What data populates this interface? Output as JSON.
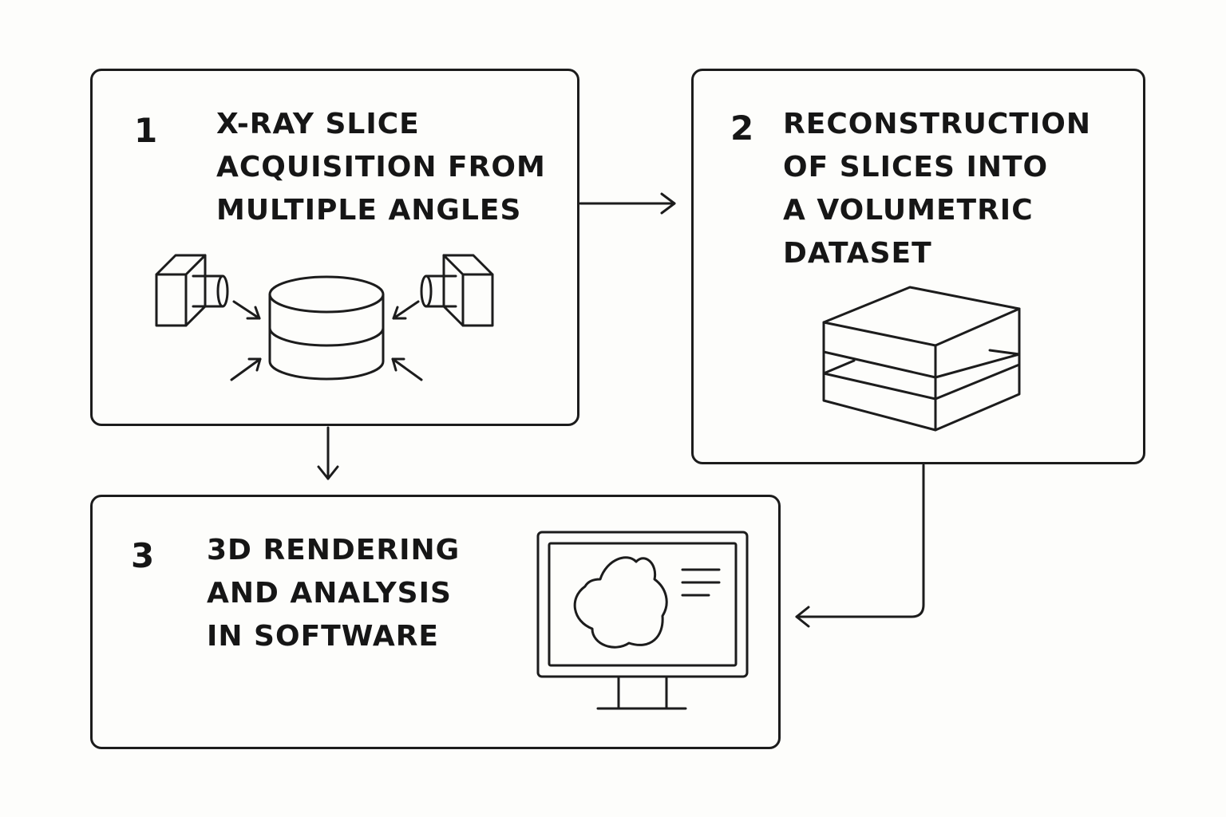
{
  "steps": [
    {
      "number": "1",
      "lines": [
        "X-RAY SLICE",
        "ACQUISITION FROM",
        "MULTIPLE ANGLES"
      ],
      "icon": "xray-cameras-sample-icon"
    },
    {
      "number": "2",
      "lines": [
        "RECONSTRUCTION",
        "OF SLICES INTO",
        "A VOLUMETRIC",
        "DATASET"
      ],
      "icon": "stacked-slices-icon"
    },
    {
      "number": "3",
      "lines": [
        "3D RENDERING",
        "AND ANALYSIS",
        "IN SOFTWARE"
      ],
      "icon": "monitor-rendering-icon"
    }
  ],
  "connectors": [
    {
      "from": "1",
      "to": "2"
    },
    {
      "from": "1",
      "to": "3"
    },
    {
      "from": "2",
      "to": "3"
    }
  ],
  "colors": {
    "stroke": "#1c1c1c",
    "background": "#fdfdfb",
    "text": "#161616"
  }
}
